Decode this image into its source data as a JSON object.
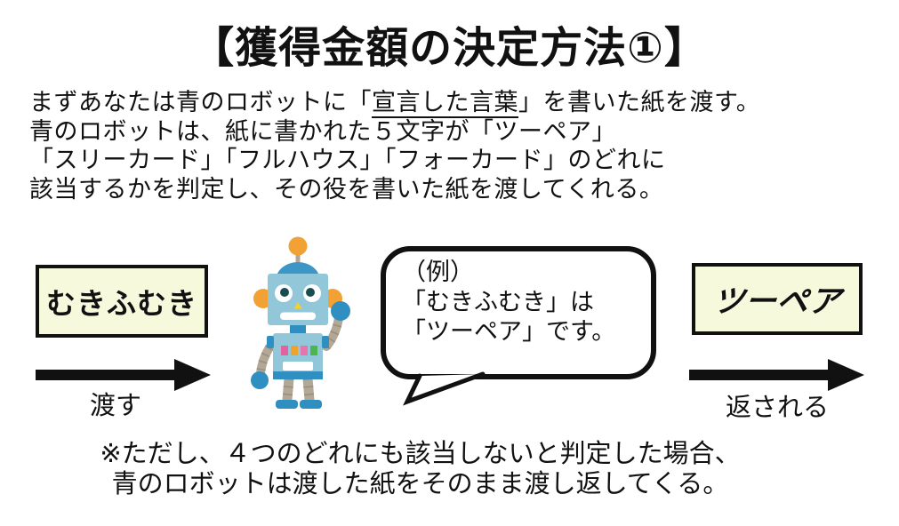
{
  "title": "【獲得金額の決定方法①】",
  "intro": {
    "line1_pre": "まずあなたは青のロボットに「",
    "line1_underlined": "宣言した言葉",
    "line1_post": "」を書いた紙を渡す。",
    "line2": "青のロボットは、紙に書かれた５文字が「ツーペア」",
    "line3": "「スリーカード」「フルハウス」「フォーカード」のどれに",
    "line4": "該当するかを判定し、その役を書いた紙を渡してくれる。"
  },
  "diagram": {
    "input_card": {
      "label": "むきふむき"
    },
    "give_arrow_label": "渡す",
    "robot": {
      "description": "blue-robot-illustration"
    },
    "speech_bubble": {
      "line1": "（例）",
      "line2": "「むきふむき」は",
      "line3": "「ツーペア」です。"
    },
    "output_card": {
      "label": "ツーペア"
    },
    "return_arrow_label": "返される"
  },
  "note": {
    "line1": "※ただし、４つのどれにも該当しないと判定した場合、",
    "line2": "青のロボットは渡した紙をそのまま渡し返してくる。"
  },
  "colors": {
    "page-bg": "#ffffff",
    "text": "#111111",
    "card-bg": "#F6F9DC",
    "card-border": "#111111",
    "arrow": "#111111",
    "bubble-border": "#111111",
    "bubble-bg": "#ffffff",
    "robot-body": "#92C7DA",
    "robot-accent": "#2F8FC0",
    "robot-dome": "#3D97C6",
    "robot-orange": "#F2A135",
    "robot-limb": "#B3A795",
    "robot-limb-dark": "#9A8F7E",
    "robot-pupil": "#184E50",
    "robot-nose": "#F7CF29",
    "robot-button-pink": "#E5619E",
    "robot-button-orange": "#F0A32B",
    "robot-button-pink2": "#E874AE",
    "robot-button-green": "#4DB54E",
    "robot-mouth": "#ffffff"
  }
}
